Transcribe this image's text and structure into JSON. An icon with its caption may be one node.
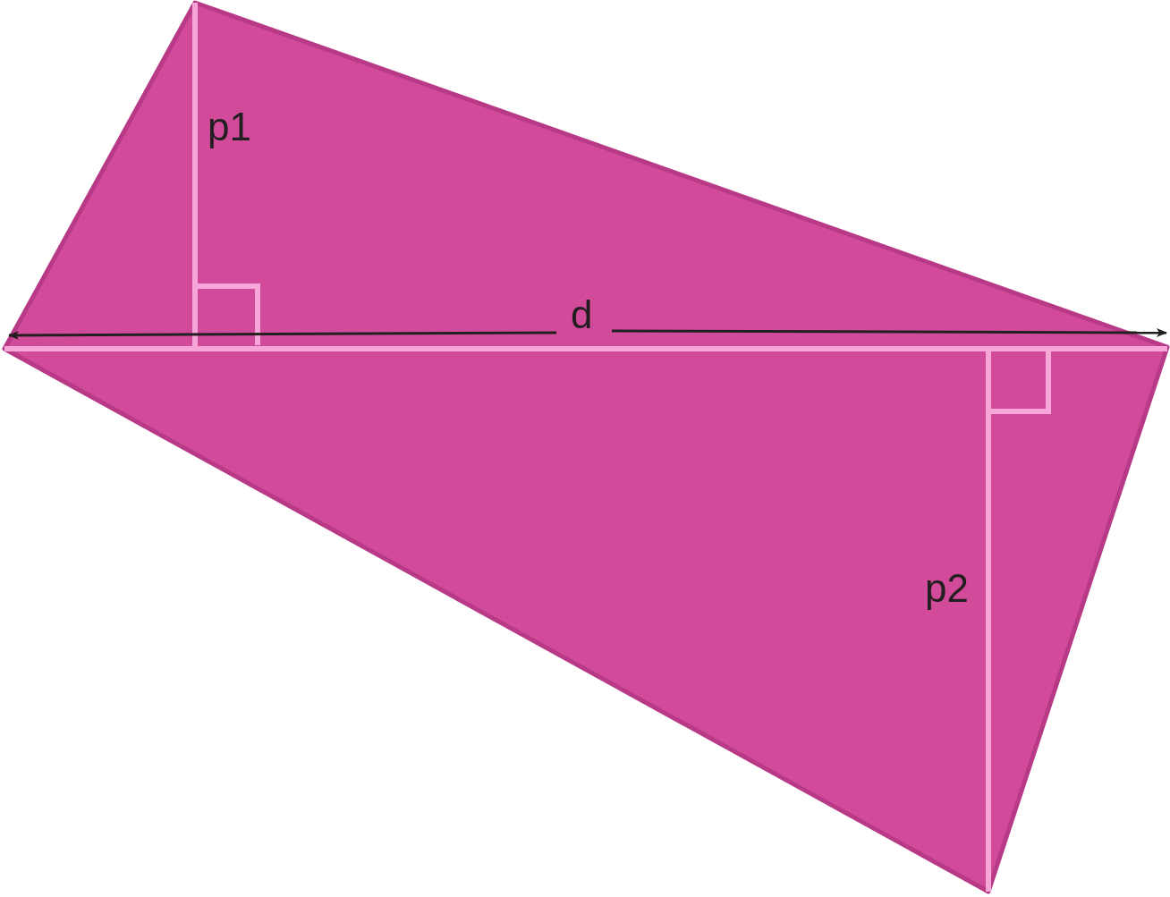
{
  "diagram": {
    "labels": [
      "p1",
      "d",
      "p2"
    ]
  }
}
